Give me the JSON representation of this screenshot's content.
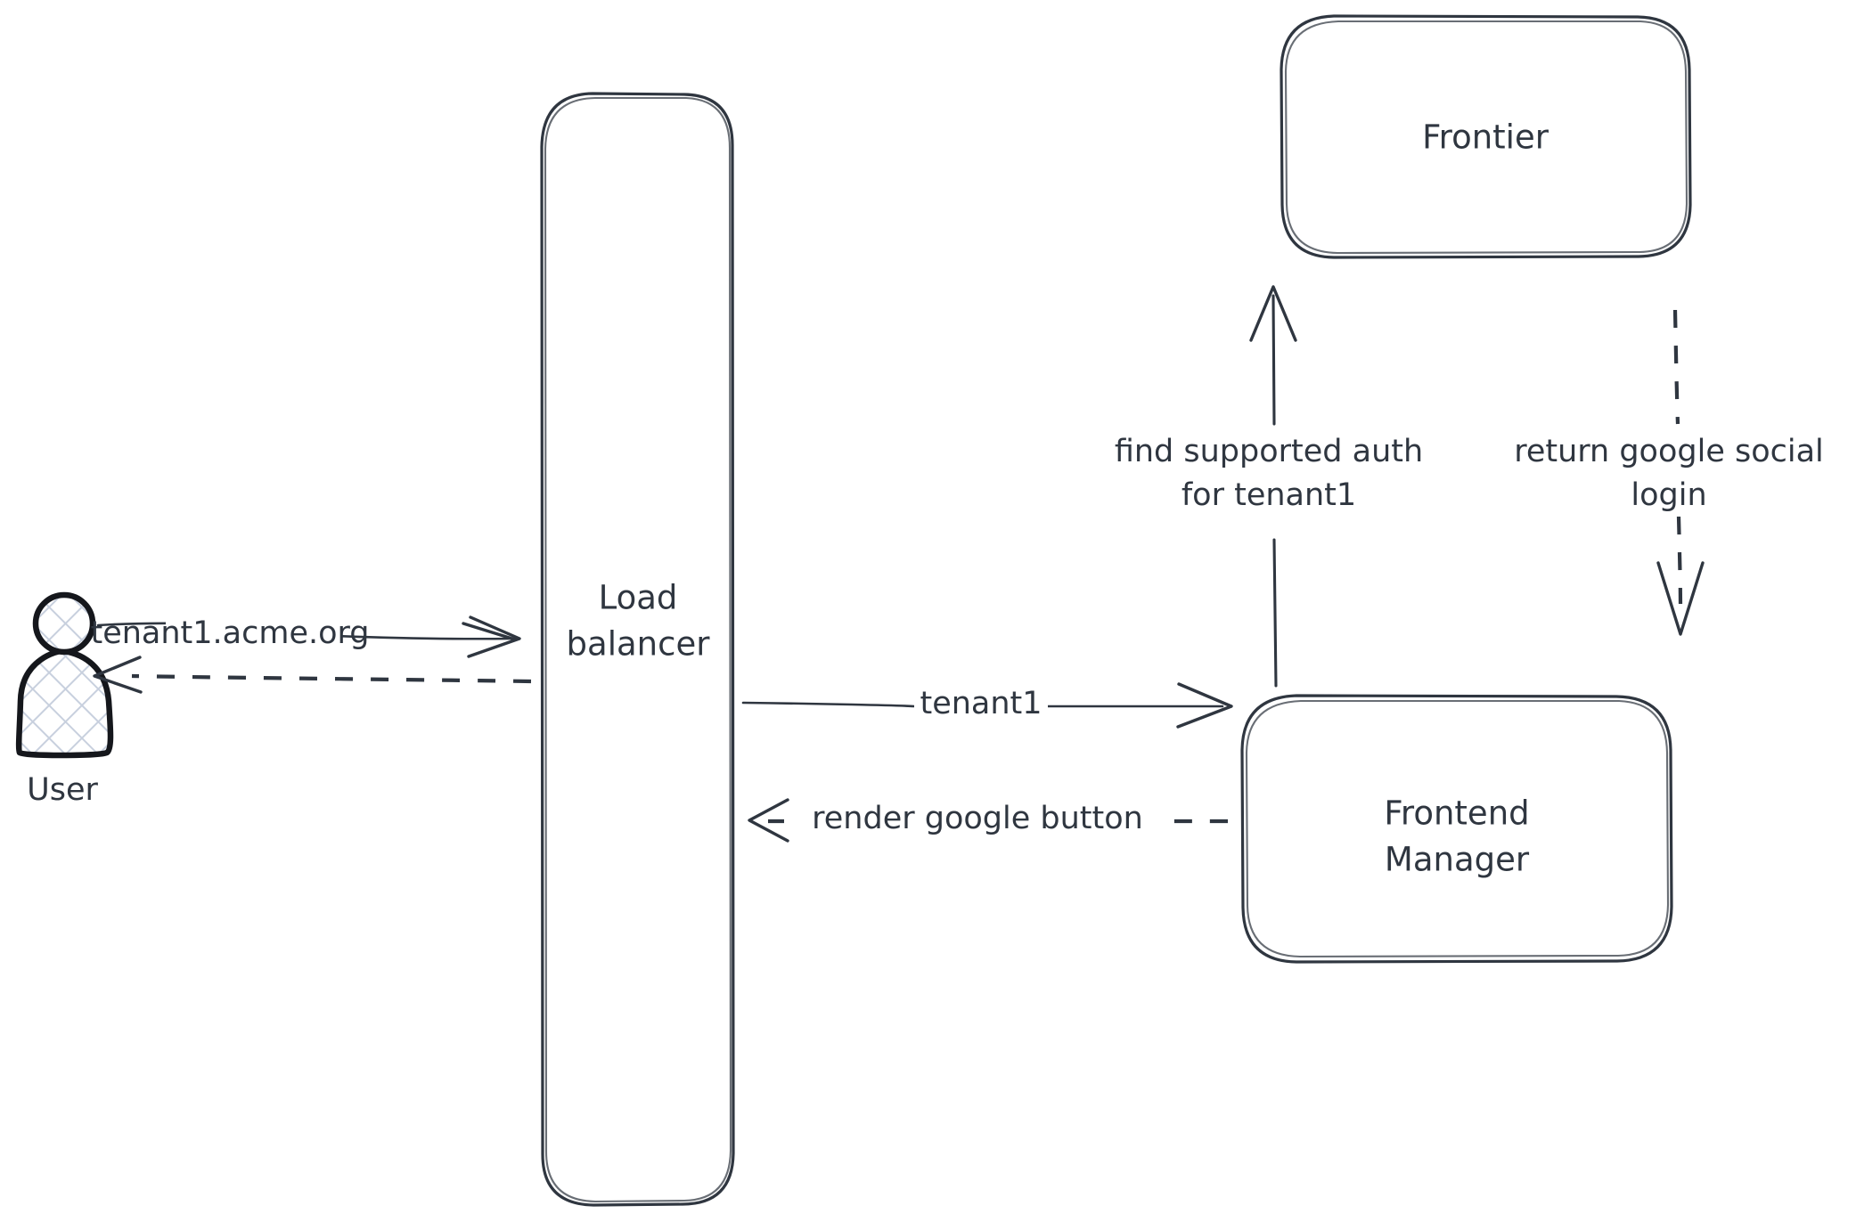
{
  "diagram": {
    "title": "Tenant authentication resolution flow",
    "background_color": "#ffffff",
    "stroke_color": "#2f3640",
    "hatch_color": "#c8d0de",
    "style": "hand-drawn-sketch",
    "actors": [
      {
        "id": "user",
        "label": "User",
        "icon": "user-actor-icon",
        "shape": "person-head-and-body",
        "fill": "cross-hatch"
      }
    ],
    "nodes": [
      {
        "id": "load-balancer",
        "label_line1": "Load",
        "label_line2": "balancer",
        "shape": "rounded-rectangle-tall"
      },
      {
        "id": "frontier",
        "label_line1": "Frontier",
        "label_line2": "",
        "shape": "rounded-rectangle"
      },
      {
        "id": "frontend-manager",
        "label_line1": "Frontend",
        "label_line2": "Manager",
        "shape": "rounded-rectangle"
      }
    ],
    "edges": [
      {
        "id": "user-to-lb",
        "label": "tenant1.acme.org",
        "from": "user",
        "to": "load-balancer",
        "style": "solid",
        "direction": "right"
      },
      {
        "id": "lb-to-user",
        "label": "",
        "from": "load-balancer",
        "to": "user",
        "style": "dashed",
        "direction": "left"
      },
      {
        "id": "lb-to-fm",
        "label": "tenant1",
        "from": "load-balancer",
        "to": "frontend-manager",
        "style": "solid",
        "direction": "right"
      },
      {
        "id": "fm-to-lb",
        "label": "render google button",
        "from": "frontend-manager",
        "to": "load-balancer",
        "style": "dashed",
        "direction": "left"
      },
      {
        "id": "fm-to-frontier",
        "label_line1": "find supported auth",
        "label_line2": "for tenant1",
        "from": "frontend-manager",
        "to": "frontier",
        "style": "solid",
        "direction": "up"
      },
      {
        "id": "frontier-to-fm",
        "label_line1": "return google social",
        "label_line2": "login",
        "from": "frontier",
        "to": "frontend-manager",
        "style": "dashed",
        "direction": "down"
      }
    ]
  }
}
